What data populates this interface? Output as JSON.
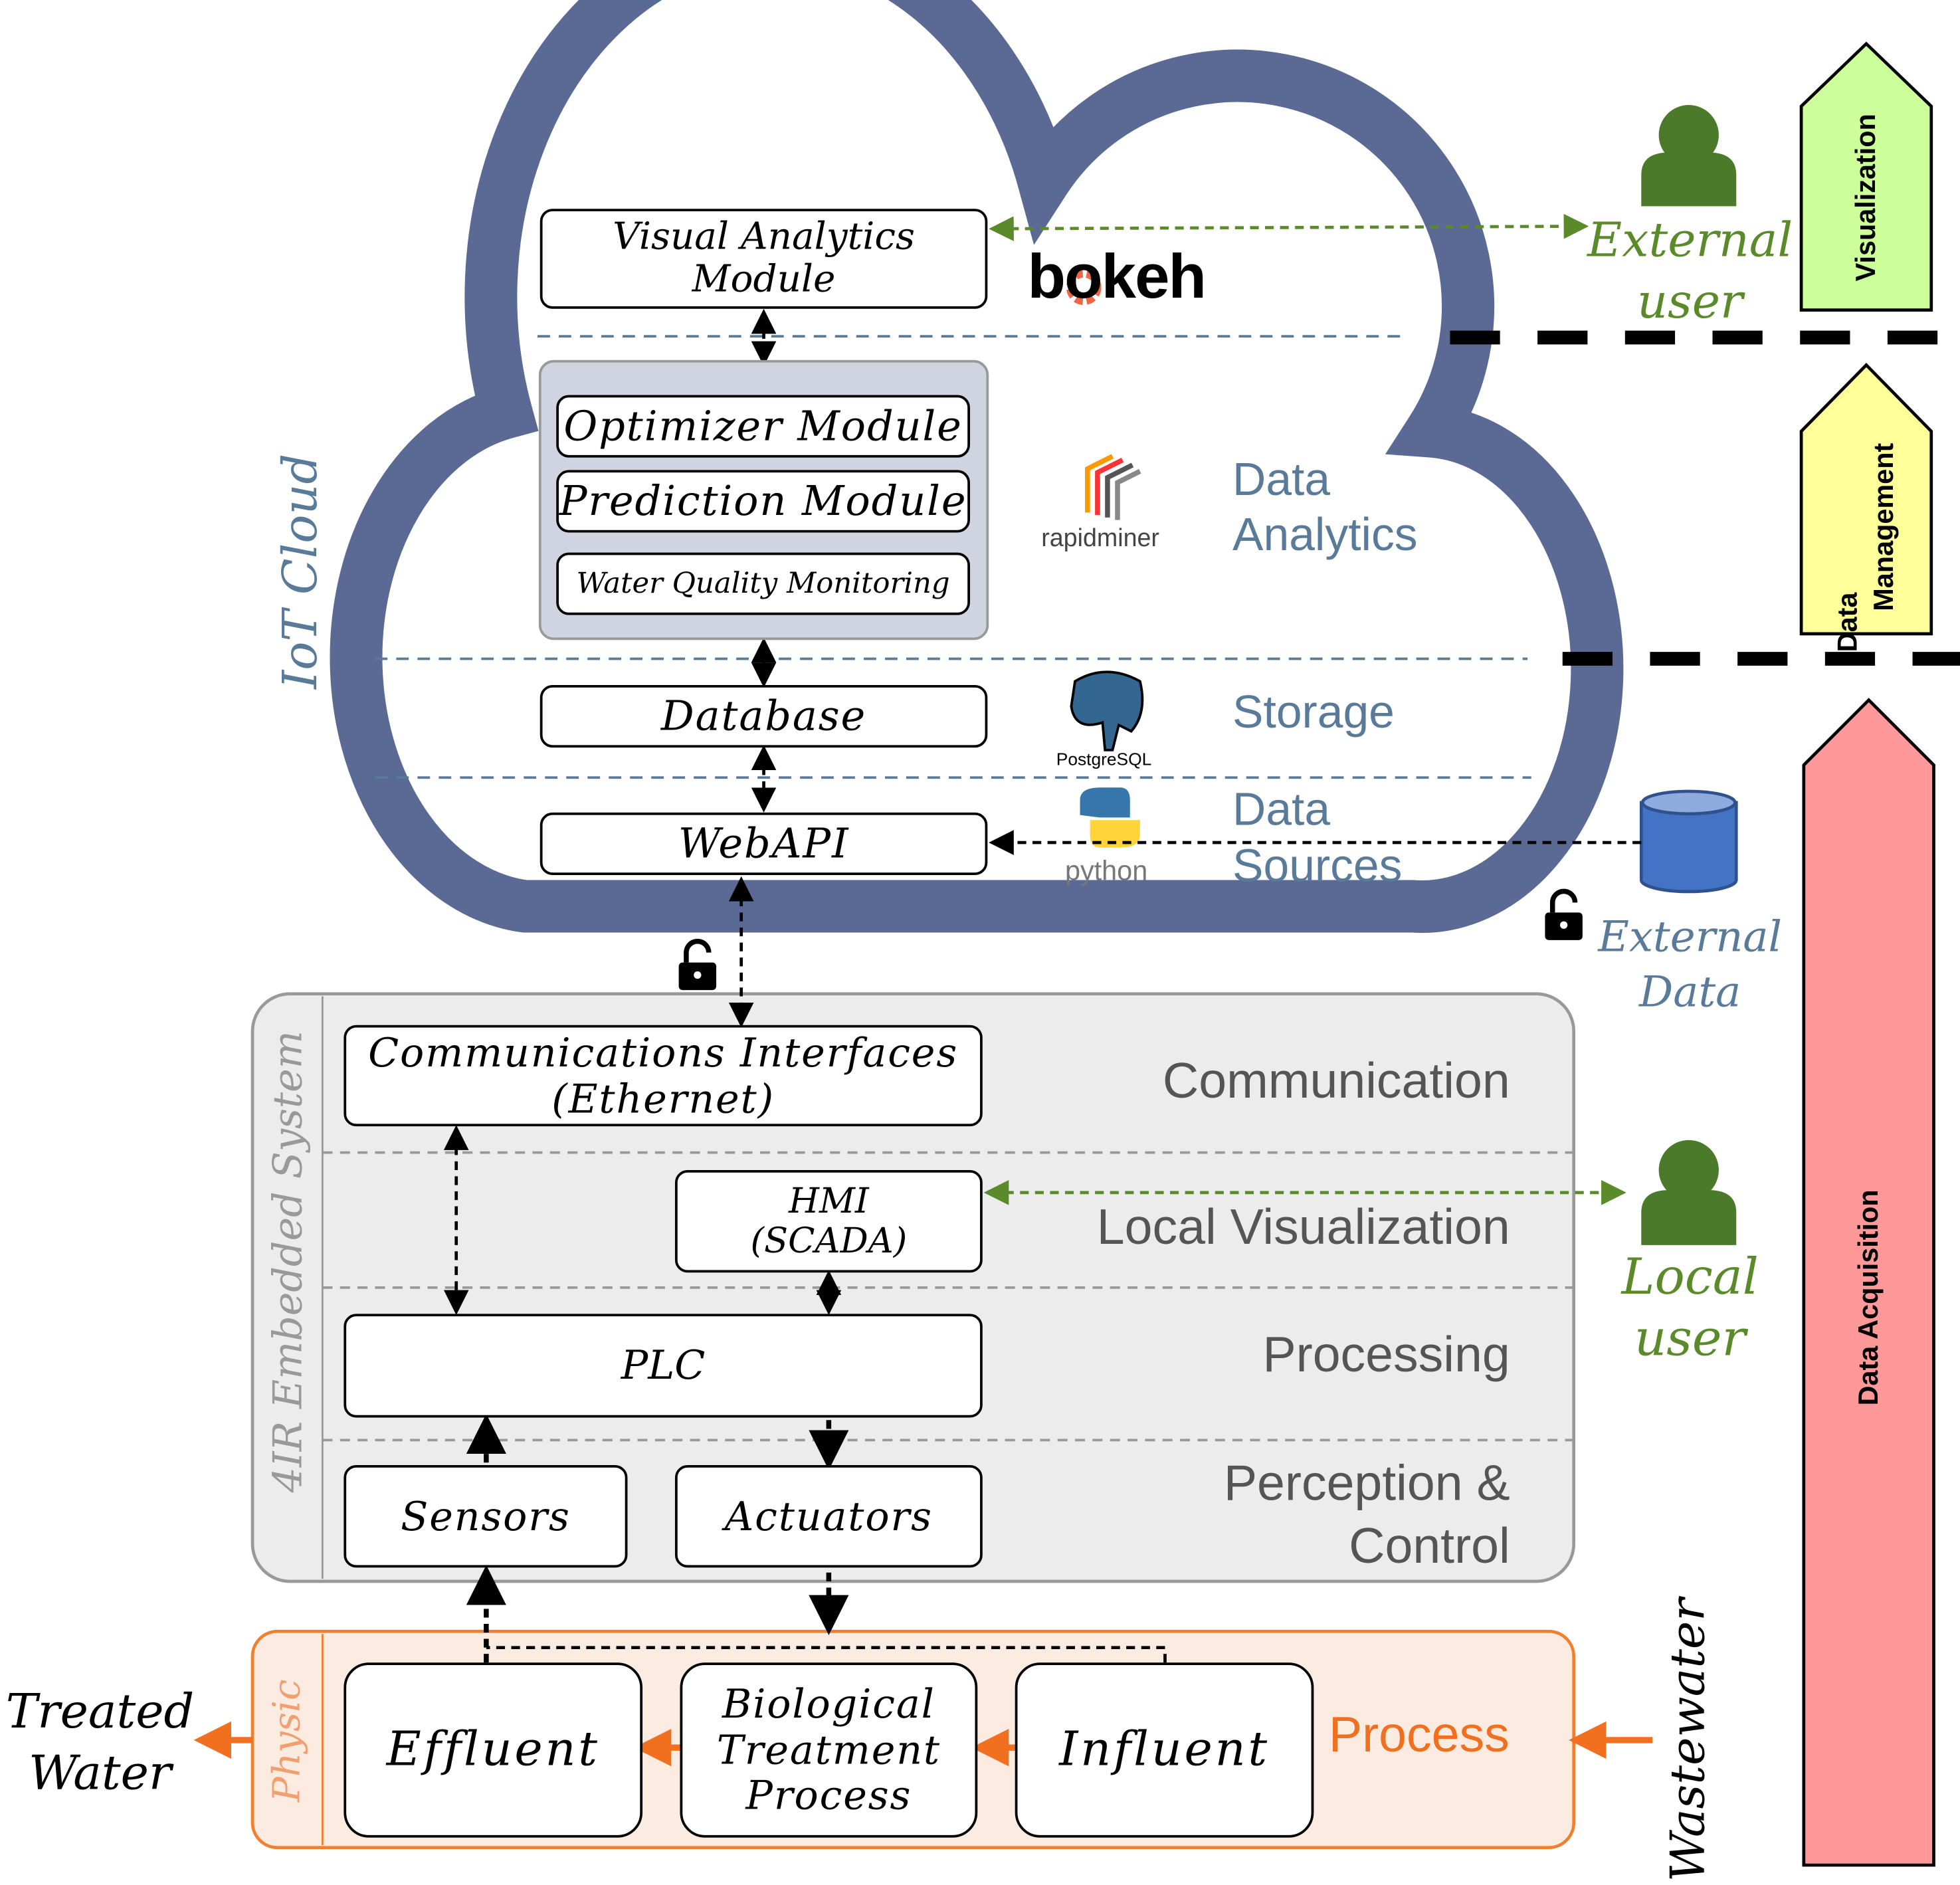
{
  "colors": {
    "cloud": "#5a6a94",
    "green": "#5a8a2a",
    "orange": "#f07020",
    "visualization": "#ccff99",
    "data_management": "#ffff99",
    "data_acquisition": "#ff9999",
    "db": "#4472c4"
  },
  "cloud": {
    "title": "IoT Cloud",
    "modules": {
      "visual": "Visual Analytics Module",
      "optimizer": "Optimizer Module",
      "prediction": "Prediction Module",
      "wqm": "Water Quality Monitoring",
      "database": "Database",
      "webapi": "WebAPI"
    },
    "logos": {
      "bokeh": "bokeh",
      "rapidminer": "rapidminer",
      "postgres": "PostgreSQL",
      "python": "python"
    },
    "layers": {
      "analytics_1": "Data",
      "analytics_2": "Analytics",
      "storage": "Storage",
      "sources_1": "Data",
      "sources_2": "Sources"
    }
  },
  "external_user": {
    "line1": "External",
    "line2": "user"
  },
  "external_data": {
    "line1": "External",
    "line2": "Data"
  },
  "levels": {
    "visualization": "Visualization",
    "dm_1": "Data",
    "dm_2": "Management",
    "acquisition": "Data Acquisition"
  },
  "embedded": {
    "title": "4IR Embedded System",
    "boxes": {
      "comm_1": "Communications Interfaces",
      "comm_2": "(Ethernet)",
      "hmi_1": "HMI",
      "hmi_2": "(SCADA)",
      "plc": "PLC",
      "sensors": "Sensors",
      "actuators": "Actuators"
    },
    "layers": {
      "communication": "Communication",
      "local_vis": "Local Visualization",
      "processing": "Processing",
      "perception_1": "Perception &",
      "perception_2": "Control"
    }
  },
  "local_user": {
    "line1": "Local",
    "line2": "user"
  },
  "physic": {
    "title": "Physic",
    "effluent": "Effluent",
    "bio_1": "Biological",
    "bio_2": "Treatment",
    "bio_3": "Process",
    "influent": "Influent",
    "process": "Process"
  },
  "io": {
    "treated_1": "Treated",
    "treated_2": "Water",
    "wastewater": "Wastewater"
  }
}
